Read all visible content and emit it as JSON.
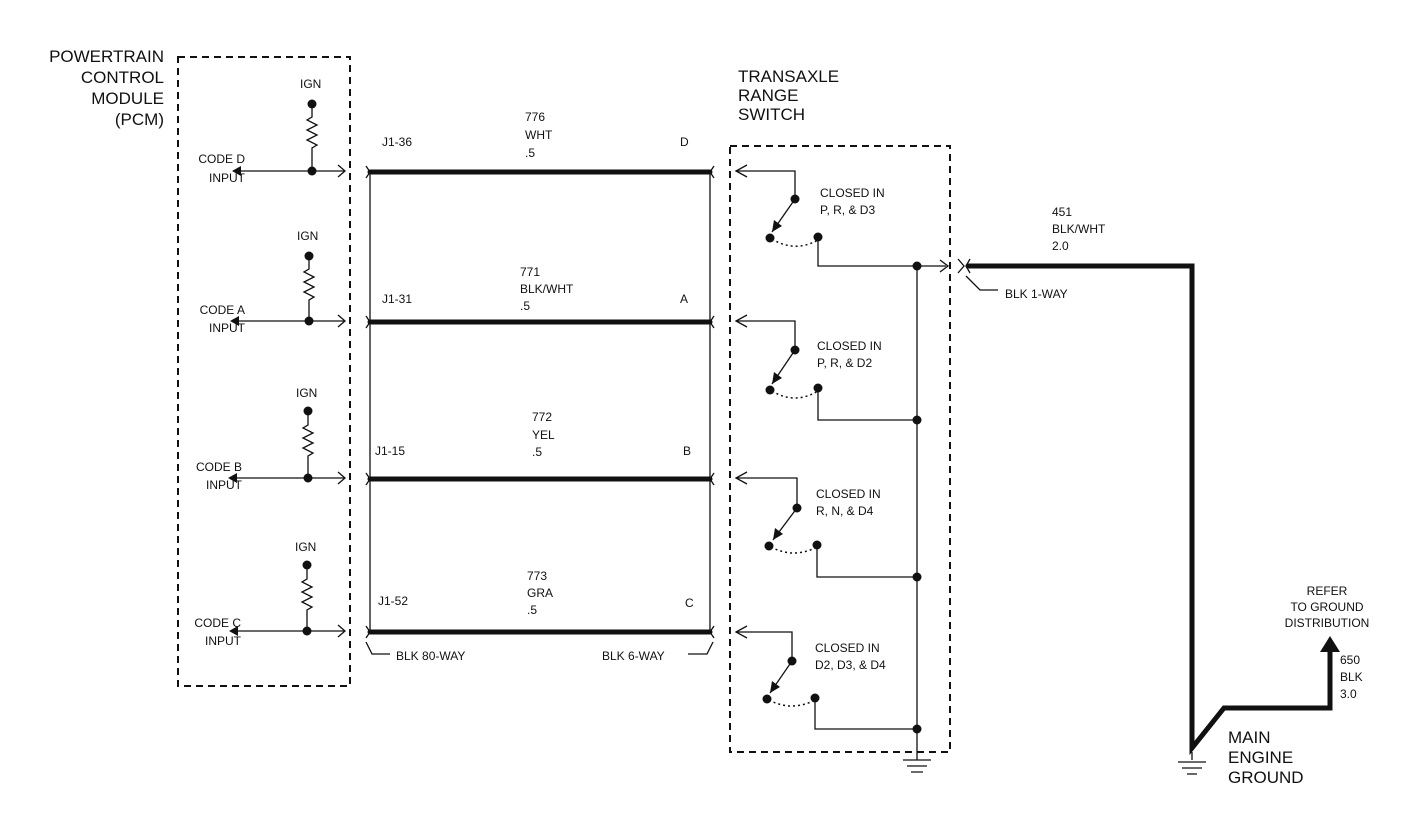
{
  "pcm": {
    "title_lines": [
      "POWERTRAIN",
      "CONTROL",
      "MODULE",
      "(PCM)"
    ],
    "ign_label": "IGN",
    "inputs": [
      {
        "line1": "CODE D",
        "line2": "INPUT"
      },
      {
        "line1": "CODE A",
        "line2": "INPUT"
      },
      {
        "line1": "CODE B",
        "line2": "INPUT"
      },
      {
        "line1": "CODE C",
        "line2": "INPUT"
      }
    ]
  },
  "circuits": [
    {
      "pin": "J1-36",
      "wire_num": "776",
      "color": "WHT",
      "size": ".5",
      "term": "D"
    },
    {
      "pin": "J1-31",
      "wire_num": "771",
      "color": "BLK/WHT",
      "size": ".5",
      "term": "A"
    },
    {
      "pin": "J1-15",
      "wire_num": "772",
      "color": "YEL",
      "size": ".5",
      "term": "B"
    },
    {
      "pin": "J1-52",
      "wire_num": "773",
      "color": "GRA",
      "size": ".5",
      "term": "C"
    }
  ],
  "connectors": {
    "left": "BLK 80-WAY",
    "right": "BLK 6-WAY",
    "ground_conn": "BLK 1-WAY"
  },
  "switch": {
    "title_lines": [
      "TRANSAXLE",
      "RANGE",
      "SWITCH"
    ],
    "contacts": [
      {
        "line1": "CLOSED IN",
        "line2": "P,  R,  & D3"
      },
      {
        "line1": "CLOSED IN",
        "line2": "P,  R,  & D2"
      },
      {
        "line1": "CLOSED IN",
        "line2": "R,  N,  & D4"
      },
      {
        "line1": "CLOSED IN",
        "line2": "D2,  D3,  & D4"
      }
    ]
  },
  "ground_wire": {
    "num": "451",
    "color": "BLK/WHT",
    "size": "2.0"
  },
  "engine_ground": {
    "refer_lines": [
      "REFER",
      "TO GROUND",
      "DISTRIBUTION"
    ],
    "wire_num": "650",
    "color": "BLK",
    "size": "3.0",
    "title_lines": [
      "MAIN",
      "ENGINE",
      "GROUND"
    ]
  }
}
